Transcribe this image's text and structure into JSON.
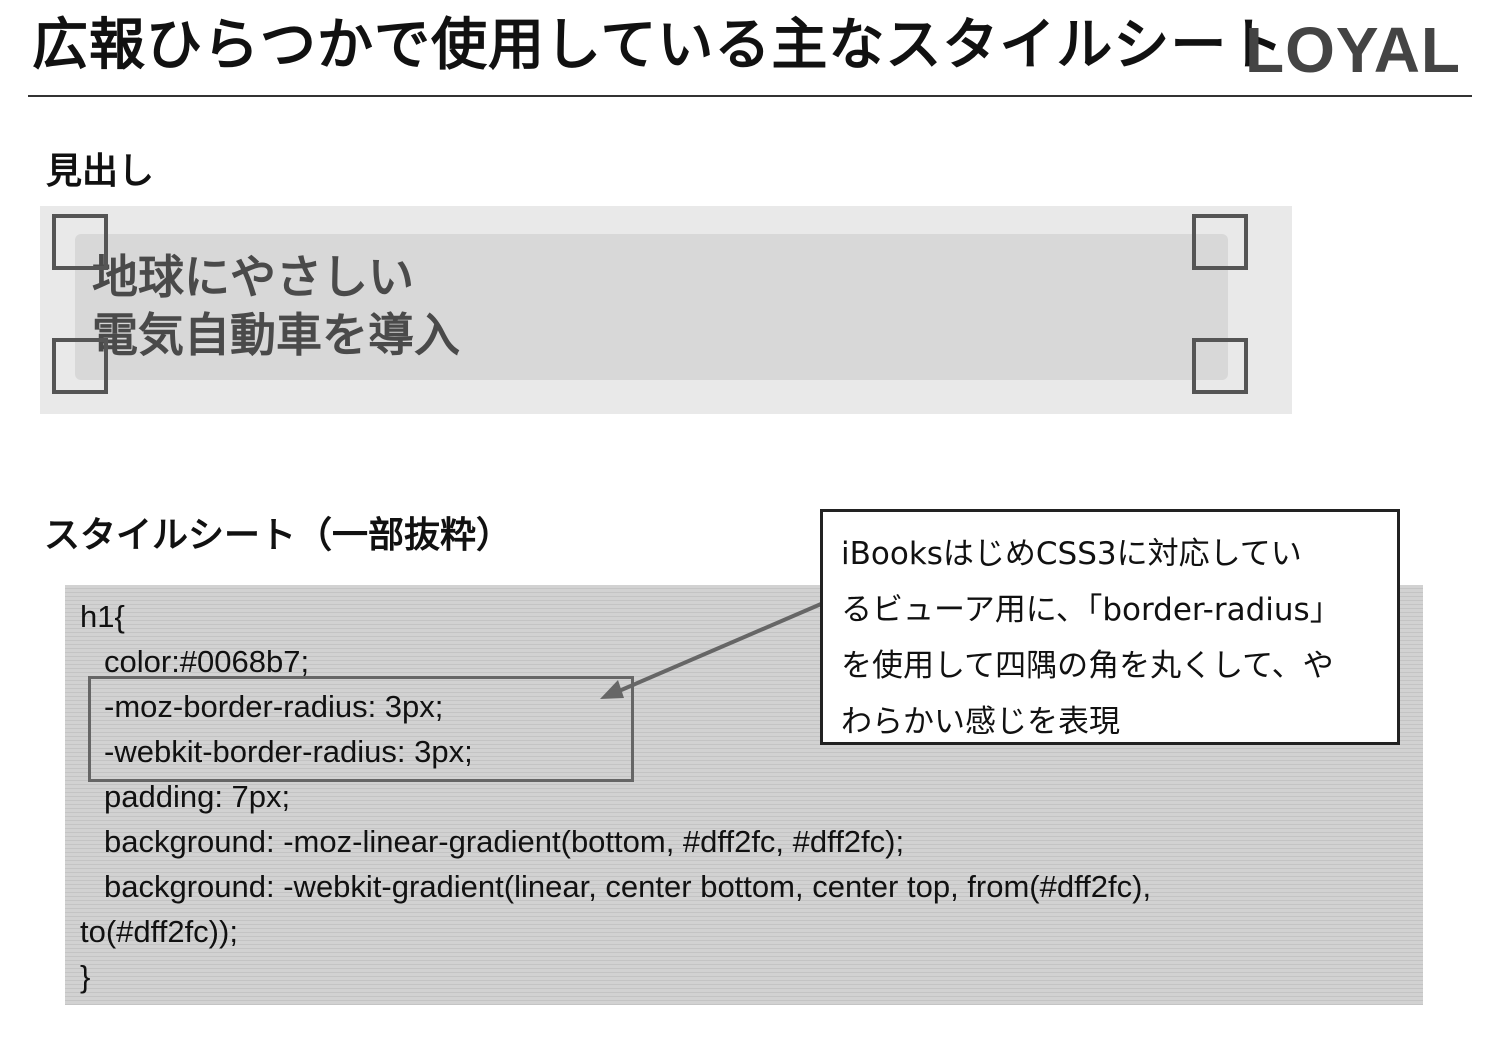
{
  "header": {
    "title": "広報ひらつかで使用している主なスタイルシート",
    "logo": "LOYAL"
  },
  "heading_section": {
    "label": "見出し",
    "sample_lines": [
      "地球にやさしい",
      "電気自動車を導入"
    ]
  },
  "stylesheet_section": {
    "label": "スタイルシート（一部抜粋）",
    "code_lines": [
      "h1{",
      "  color:#0068b7;",
      "  -moz-border-radius: 3px;",
      "  -webkit-border-radius: 3px;",
      "  padding: 7px;",
      "  background: -moz-linear-gradient(bottom, #dff2fc, #dff2fc);",
      "  background: -webkit-gradient(linear, center bottom, center top, from(#dff2fc),",
      "to(#dff2fc));",
      "}"
    ]
  },
  "callout": {
    "lines": [
      "iBooksはじめCSS3に対応してい",
      "るビューア用に、「border-radius」",
      "を使用して四隅の角を丸くして、や",
      "わらかい感じを表現"
    ]
  },
  "colors": {
    "rule": "#333333",
    "sample_outer": "#e9e9e9",
    "sample_inner": "#d8d8d8",
    "code_bg": "#d2d2d2"
  }
}
